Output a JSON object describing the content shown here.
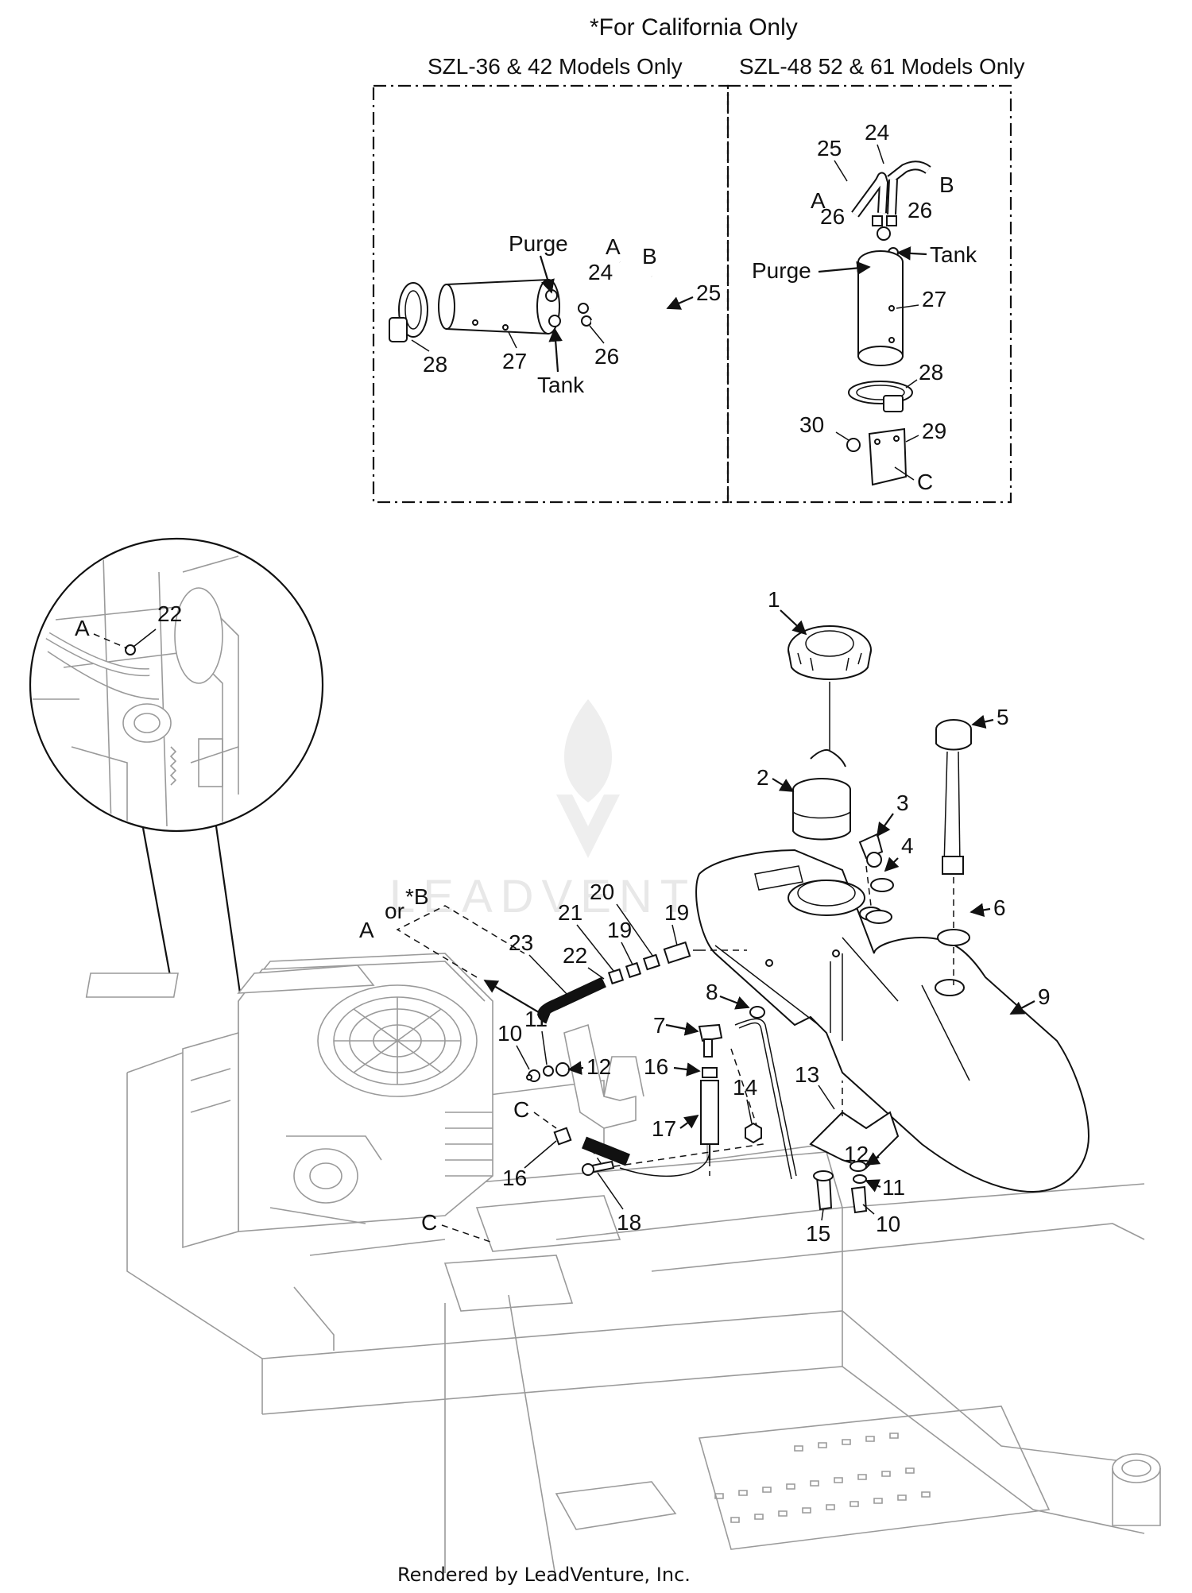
{
  "header": {
    "title": "*For California Only",
    "left_panel": "SZL-36 & 42 Models Only",
    "right_panel": "SZL-48 52 & 61 Models Only"
  },
  "left_panel_labels": {
    "purge": "Purge",
    "tank": "Tank",
    "a": "A",
    "b": "B",
    "n24": "24",
    "n25": "25",
    "n26": "26",
    "n27": "27",
    "n28": "28"
  },
  "right_panel_labels": {
    "n24": "24",
    "n25": "25",
    "a": "A",
    "b": "B",
    "n26a": "26",
    "n26b": "26",
    "tank": "Tank",
    "purge": "Purge",
    "n27": "27",
    "n28": "28",
    "n30": "30",
    "n29": "29",
    "c": "C"
  },
  "detail_labels": {
    "a": "A",
    "n22": "22"
  },
  "main_labels": {
    "n1": "1",
    "n2": "2",
    "n3": "3",
    "n4": "4",
    "n5": "5",
    "n6": "6",
    "n7": "7",
    "n8": "8",
    "n9": "9",
    "n10a": "10",
    "n10b": "10",
    "n11a": "11",
    "n11b": "11",
    "n12a": "12",
    "n12b": "12",
    "n13": "13",
    "n14": "14",
    "n15": "15",
    "n16a": "16",
    "n16b": "16",
    "n17": "17",
    "n18": "18",
    "n19a": "19",
    "n19b": "19",
    "n20": "20",
    "n21": "21",
    "n22": "22",
    "n23": "23",
    "a": "A",
    "or": "or",
    "star_b": "*B",
    "c1": "C",
    "c2": "C"
  },
  "watermark": "LEADVENTURE",
  "footer": "Rendered by LeadVenture, Inc."
}
